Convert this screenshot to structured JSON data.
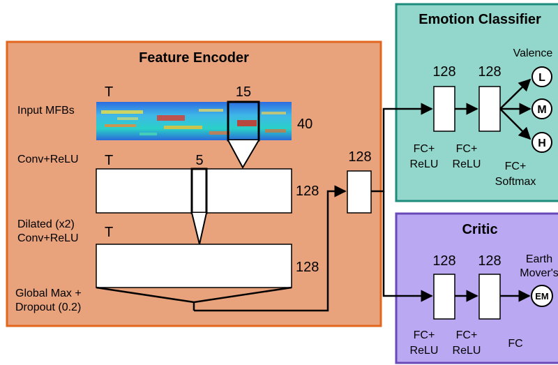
{
  "feature_encoder": {
    "title": "Feature Encoder",
    "input_label": "Input MFBs",
    "input_time": "T",
    "input_window": "15",
    "input_dim": "40",
    "conv_label": "Conv+ReLU",
    "conv_time": "T",
    "conv_window": "5",
    "conv_dim": "128",
    "dilated_label_1": "Dilated (x2)",
    "dilated_label_2": "Conv+ReLU",
    "dilated_time": "T",
    "dilated_dim": "128",
    "pool_label_1": "Global Max +",
    "pool_label_2": "Dropout (0.2)",
    "output_dim": "128"
  },
  "emotion_classifier": {
    "title": "Emotion Classifier",
    "fc1_dim": "128",
    "fc2_dim": "128",
    "fc1_label_1": "FC+",
    "fc1_label_2": "ReLU",
    "fc2_label_1": "FC+",
    "fc2_label_2": "ReLU",
    "out_label_1": "FC+",
    "out_label_2": "Softmax",
    "output_title": "Valence",
    "outputs": [
      "L",
      "M",
      "H"
    ]
  },
  "critic": {
    "title": "Critic",
    "fc1_dim": "128",
    "fc2_dim": "128",
    "fc1_label_1": "FC+",
    "fc1_label_2": "ReLU",
    "fc2_label_1": "FC+",
    "fc2_label_2": "ReLU",
    "out_label": "FC",
    "output_title_1": "Earth",
    "output_title_2": "Mover's",
    "output": "EM"
  },
  "colors": {
    "encoder_bg": "#E8A27C",
    "encoder_border": "#E2661B",
    "classifier_bg": "#93D7CC",
    "classifier_border": "#1E8C7C",
    "critic_bg": "#BBA8F2",
    "critic_border": "#6A48B8"
  }
}
